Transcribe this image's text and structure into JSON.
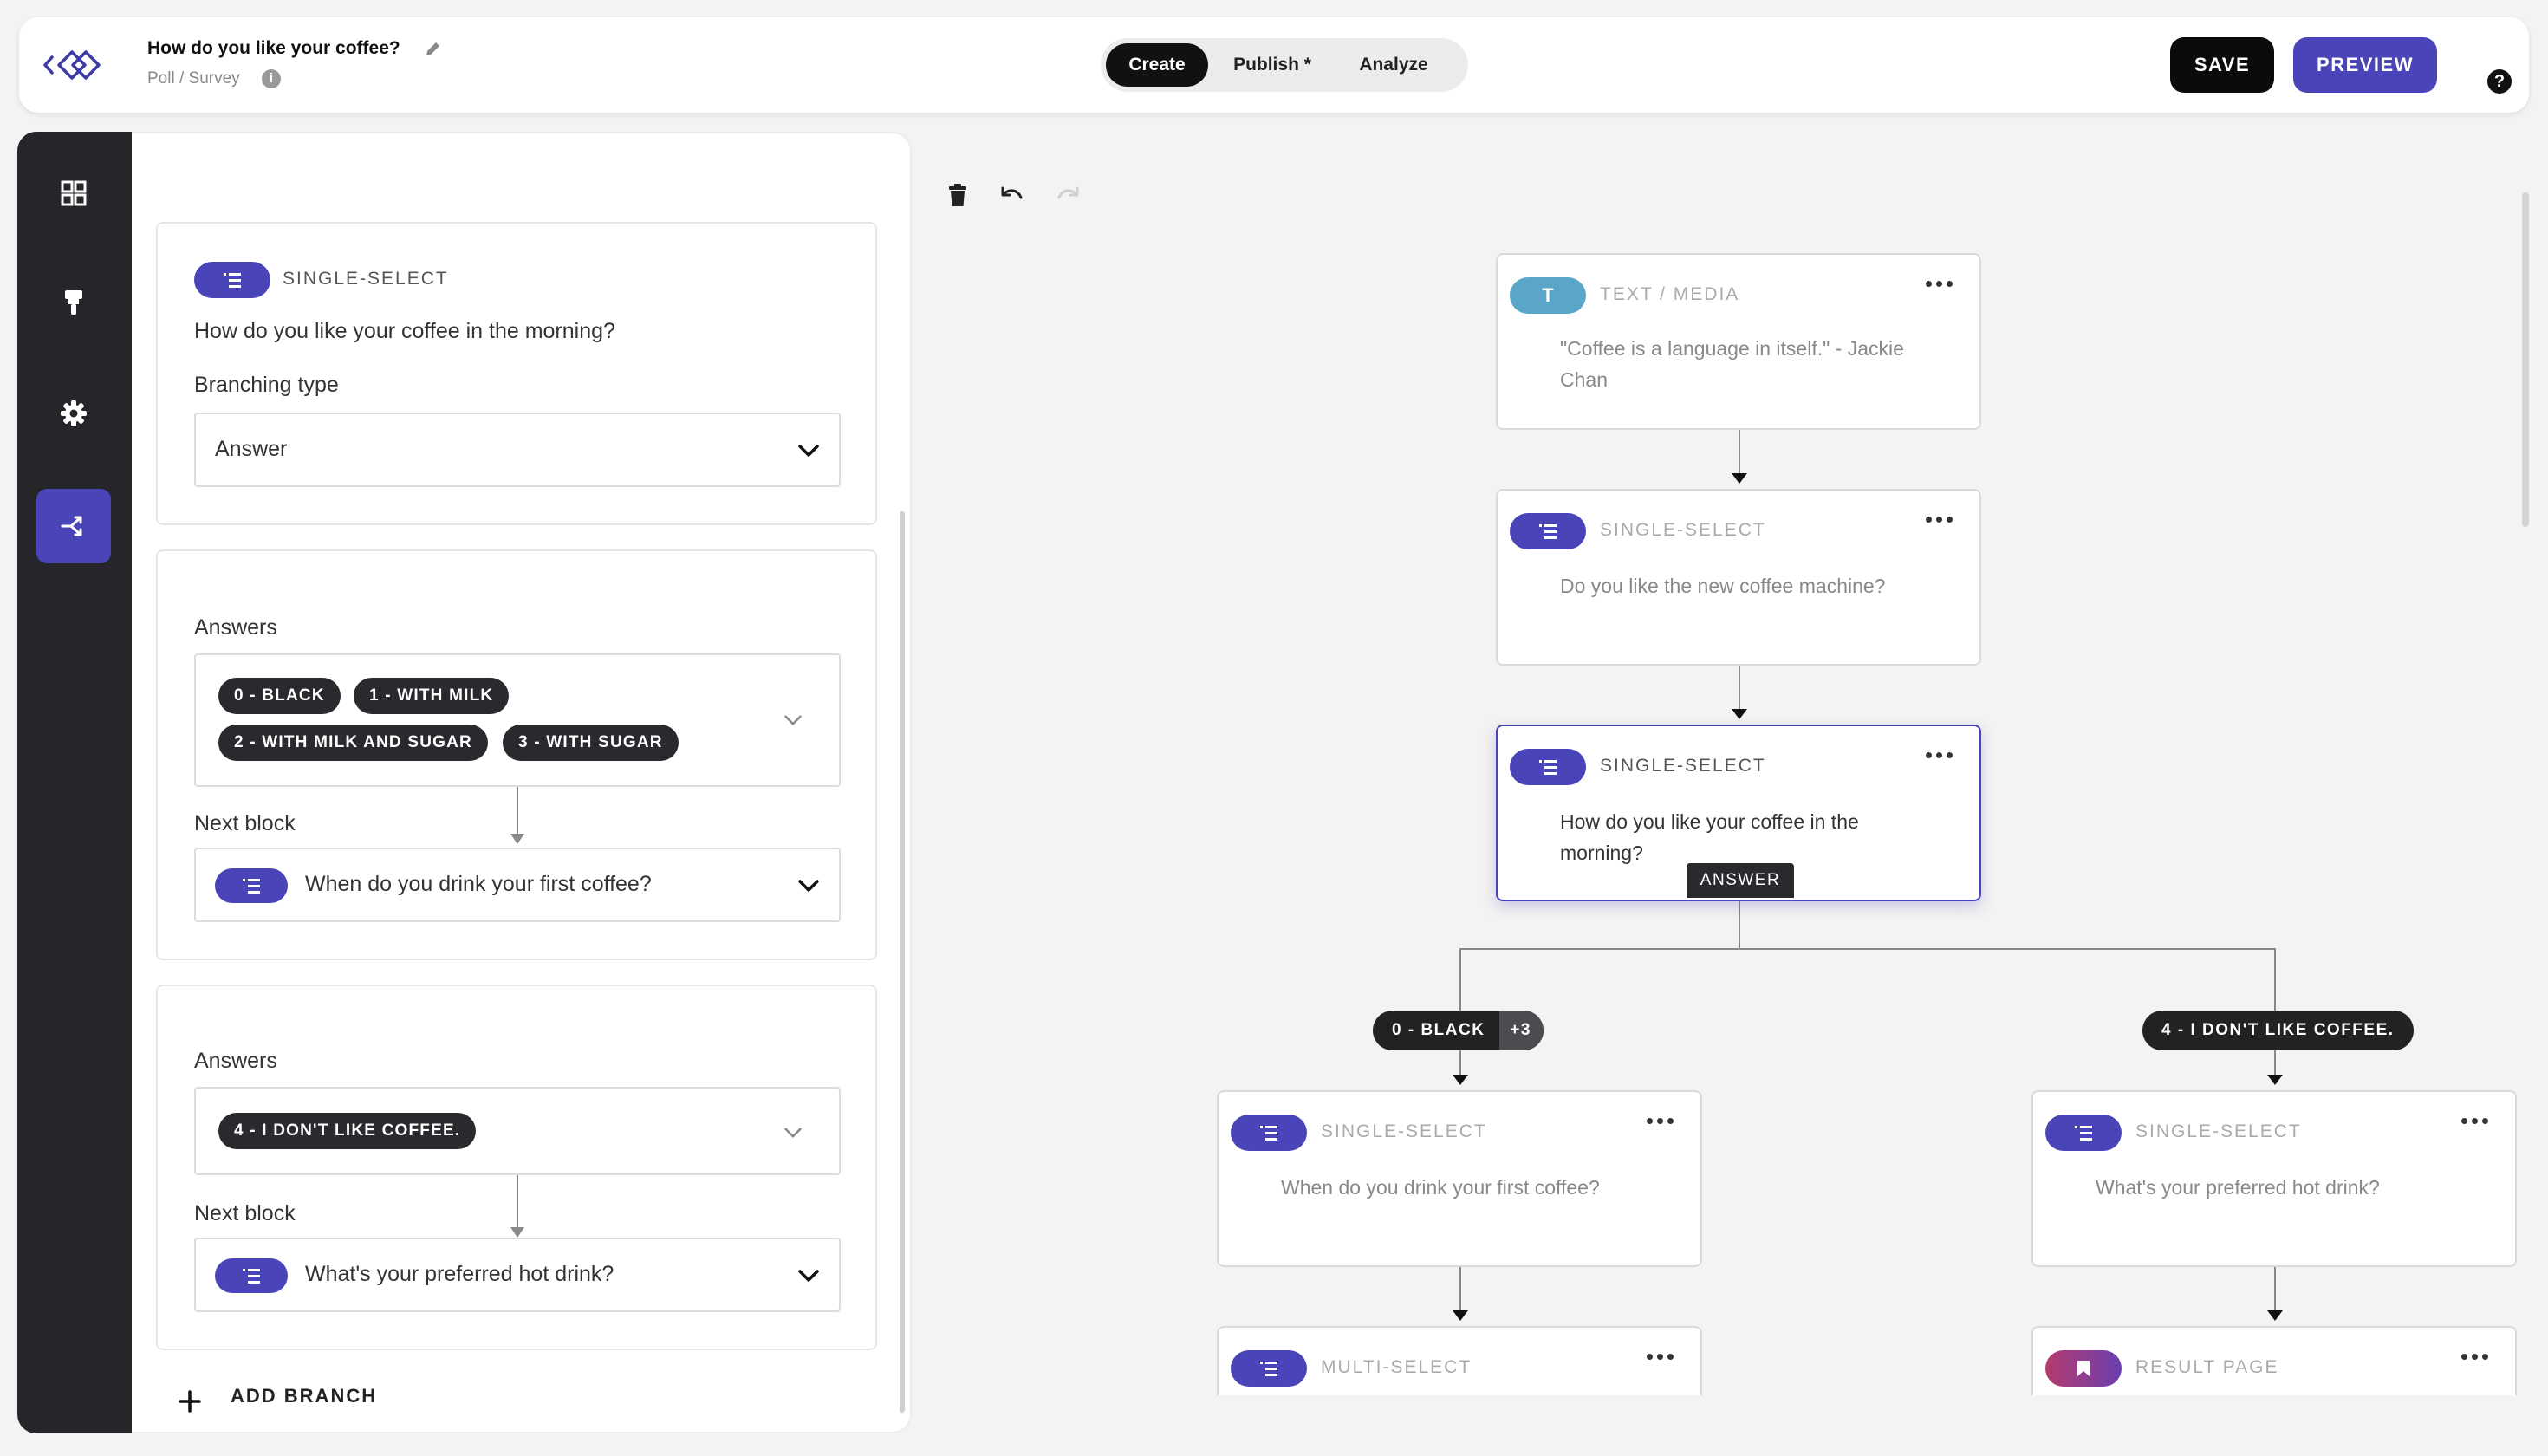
{
  "header": {
    "title": "How do you like your coffee?",
    "subtitle": "Poll / Survey",
    "tabs": [
      {
        "label": "Create",
        "active": true
      },
      {
        "label": "Publish *",
        "active": false
      },
      {
        "label": "Analyze",
        "active": false
      }
    ],
    "save_label": "SAVE",
    "preview_label": "PREVIEW",
    "help_glyph": "?",
    "info_glyph": "i"
  },
  "rail": {
    "items": [
      {
        "icon": "grid-icon",
        "active": false
      },
      {
        "icon": "paint-roller-icon",
        "active": false
      },
      {
        "icon": "gear-icon",
        "active": false
      },
      {
        "icon": "branch-icon",
        "active": true
      }
    ]
  },
  "panel": {
    "block": {
      "type": "SINGLE-SELECT",
      "question": "How do you like your coffee in the morning?",
      "branching_label": "Branching type",
      "branching_value": "Answer"
    },
    "branches": [
      {
        "answers_label": "Answers",
        "answers": [
          "0 - BLACK",
          "1 - WITH MILK",
          "2 - WITH MILK AND SUGAR",
          "3 - WITH SUGAR"
        ],
        "next_label": "Next block",
        "next_value": "When do you drink your first coffee?"
      },
      {
        "answers_label": "Answers",
        "answers": [
          "4 - I DON'T LIKE COFFEE."
        ],
        "next_label": "Next block",
        "next_value": "What's your preferred hot drink?"
      }
    ],
    "add_branch_label": "ADD BRANCH"
  },
  "canvas": {
    "nodes": [
      {
        "type": "TEXT / MEDIA",
        "badge": "T",
        "text": "\"Coffee is a language in itself.\" - Jackie Chan",
        "badge_color": "#5aa6c8"
      },
      {
        "type": "SINGLE-SELECT",
        "text": "Do you like the new coffee machine?"
      },
      {
        "type": "SINGLE-SELECT",
        "text": "How do you like your coffee in the morning?",
        "selected": true
      },
      {
        "type": "SINGLE-SELECT",
        "text": "When do you drink your first coffee?"
      },
      {
        "type": "SINGLE-SELECT",
        "text": "What's your preferred hot drink?"
      },
      {
        "type": "MULTI-SELECT",
        "text": ""
      },
      {
        "type": "RESULT PAGE",
        "text": "",
        "badge_color": "#b43c6e"
      }
    ],
    "answer_tab": "ANSWER",
    "branch_left": {
      "label": "0 - BLACK",
      "extra": "+3"
    },
    "branch_right": {
      "label": "4 - I DON'T LIKE COFFEE."
    }
  },
  "colors": {
    "accent": "#4a44b9",
    "dark": "#0b0b0b",
    "rail": "#26262a",
    "result": "#b43c6e"
  }
}
